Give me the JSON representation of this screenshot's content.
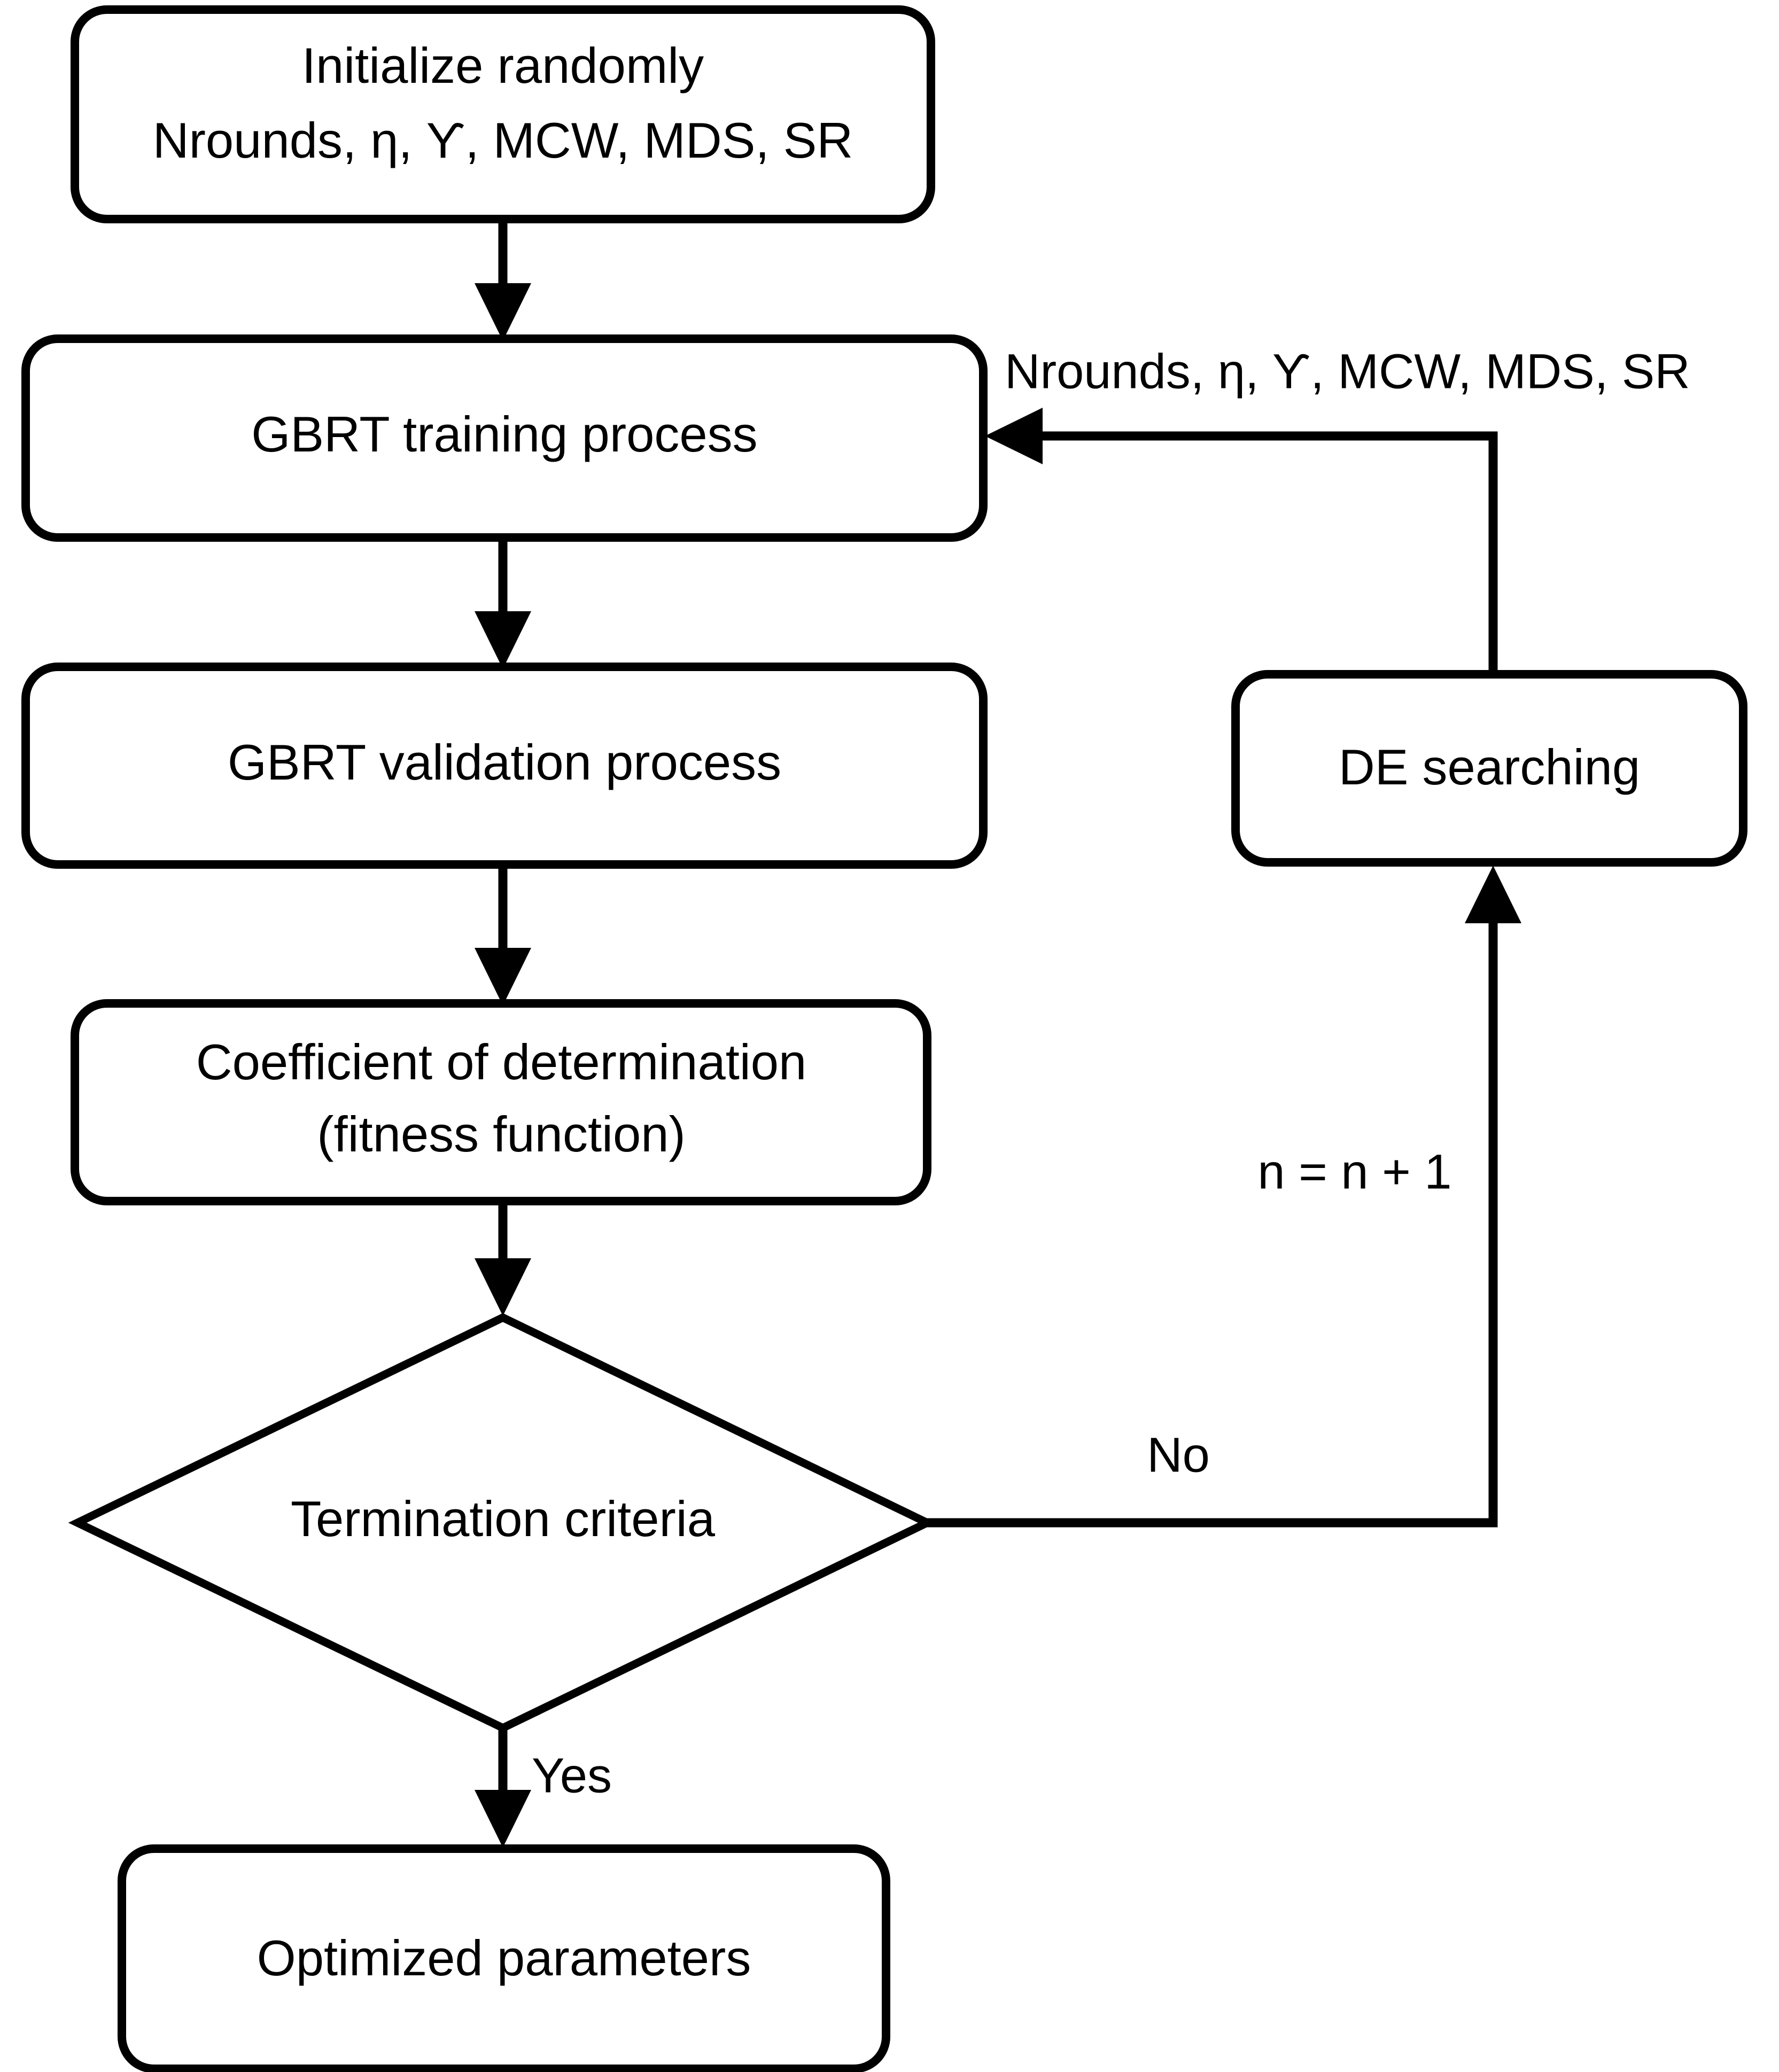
{
  "diagram": {
    "type": "flowchart",
    "title": "GBRT hyperparameter optimization with differential evolution",
    "background_color": "#ffffff",
    "line_color": "#000000",
    "text_color": "#000000"
  },
  "nodes": {
    "initialize": {
      "shape": "rounded-rectangle",
      "line1": "Initialize randomly",
      "line2": "Nrounds, η, Ƴ, MCW, MDS, SR"
    },
    "training": {
      "shape": "rounded-rectangle",
      "label": "GBRT training process"
    },
    "validation": {
      "shape": "rounded-rectangle",
      "label": "GBRT validation process"
    },
    "fitness": {
      "shape": "rounded-rectangle",
      "line1": "Coefficient of determination",
      "line2": "(fitness function)"
    },
    "decision": {
      "shape": "diamond",
      "label": "Termination criteria"
    },
    "optimized": {
      "shape": "rounded-rectangle",
      "label": "Optimized parameters"
    },
    "de_searching": {
      "shape": "rounded-rectangle",
      "label": "DE searching"
    }
  },
  "edges": {
    "de_to_training": {
      "label": "Nrounds, η, Ƴ, MCW, MDS, SR",
      "from": "de_searching",
      "to": "training"
    },
    "decision_no": {
      "label": "No",
      "from": "decision",
      "to": "de_searching"
    },
    "iteration_counter": {
      "label": "n = n + 1"
    },
    "decision_yes": {
      "label": "Yes",
      "from": "decision",
      "to": "optimized"
    }
  }
}
